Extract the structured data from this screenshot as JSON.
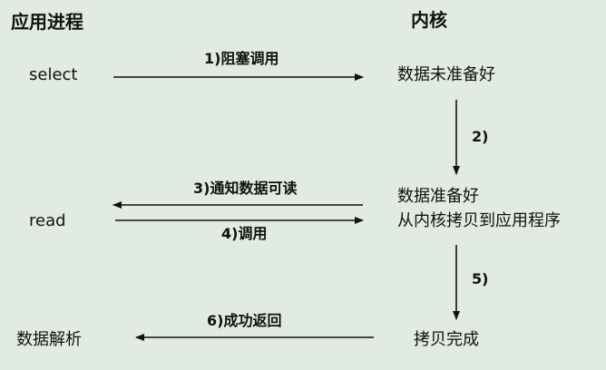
{
  "columns": {
    "app": "应用进程",
    "kernel": "内核"
  },
  "app_side": {
    "select": "select",
    "read": "read",
    "parse": "数据解析"
  },
  "kernel_side": {
    "not_ready": "数据未准备好",
    "ready_line1": "数据准备好",
    "ready_line2": "从内核拷贝到应用程序",
    "copy_done": "拷贝完成"
  },
  "steps": {
    "s1": "1)阻塞调用",
    "s2": "2)",
    "s3": "3)通知数据可读",
    "s4": "4)调用",
    "s5": "5)",
    "s6": "6)成功返回"
  }
}
